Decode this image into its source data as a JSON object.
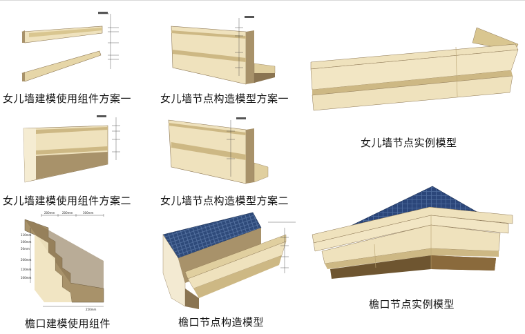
{
  "captions": {
    "p1": "女儿墙建模使用组件方案一",
    "p2": "女儿墙节点构造模型方案一",
    "p3": "女儿墙节点实例模型",
    "p4": "女儿墙建模使用组件方案二",
    "p5": "女儿墙节点构造模型方案二",
    "p6": "檐口建模使用组件",
    "p7": "檐口节点构造模型",
    "p8": "檐口节点实例模型"
  },
  "dims": {
    "eave_top": [
      "200mm",
      "200mm",
      "300mm"
    ],
    "eave_left": [
      "110mm",
      "100mm",
      "50mm",
      "200mm",
      "120mm",
      "100mm"
    ],
    "eave_bottom": [
      "250mm"
    ]
  },
  "colors": {
    "stone_light": "#efe2bd",
    "stone_mid": "#e0cf9f",
    "stone_dark": "#a8926a",
    "stone_shadow": "#8a7451",
    "roof_tile": "#2e4a7a",
    "brown_base": "#6e5530"
  }
}
